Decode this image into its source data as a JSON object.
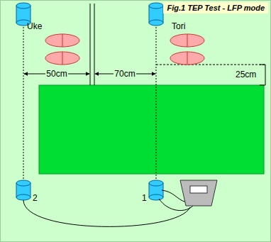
{
  "diagram": {
    "title": "Fig.1 TEP Test - LFP mode",
    "labels": [
      "Uke",
      "Tori",
      "50cm",
      "70cm",
      "25cm",
      "2",
      "1"
    ]
  }
}
